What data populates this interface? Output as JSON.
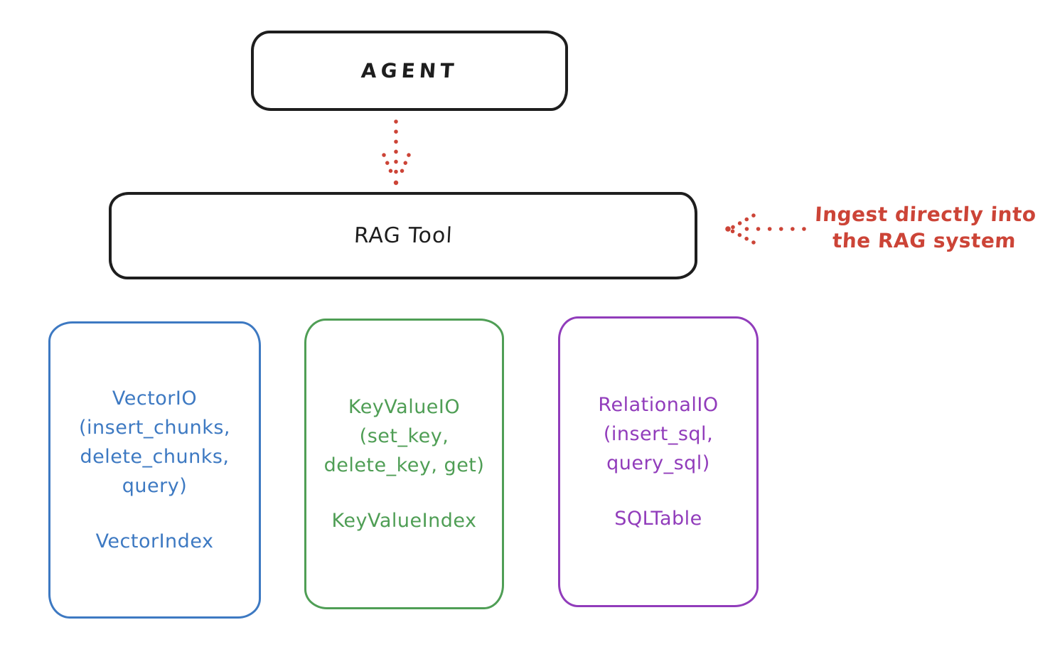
{
  "diagram": {
    "agent": {
      "label": "AGENT"
    },
    "rag_tool": {
      "label": "RAG Tool"
    },
    "annotation": {
      "line1": "Ingest directly into",
      "line2": "the RAG system"
    },
    "io_boxes": [
      {
        "name": "vector-io",
        "accent": "#3d79c2",
        "lines": [
          "VectorIO",
          "(insert_chunks,",
          "delete_chunks,",
          "query)"
        ],
        "index": "VectorIndex"
      },
      {
        "name": "keyvalue-io",
        "accent": "#4f9e55",
        "lines": [
          "KeyValueIO",
          "(set_key,",
          "delete_key, get)"
        ],
        "index": "KeyValueIndex"
      },
      {
        "name": "relational-io",
        "accent": "#913cbb",
        "lines": [
          "RelationalIO",
          "(insert_sql,",
          "query_sql)"
        ],
        "index": "SQLTable"
      }
    ],
    "colors": {
      "ink": "#1e1e1e",
      "arrow_red": "#cc4437",
      "blue": "#3d79c2",
      "green": "#4f9e55",
      "purple": "#913cbb",
      "background": "#ffffff"
    }
  }
}
